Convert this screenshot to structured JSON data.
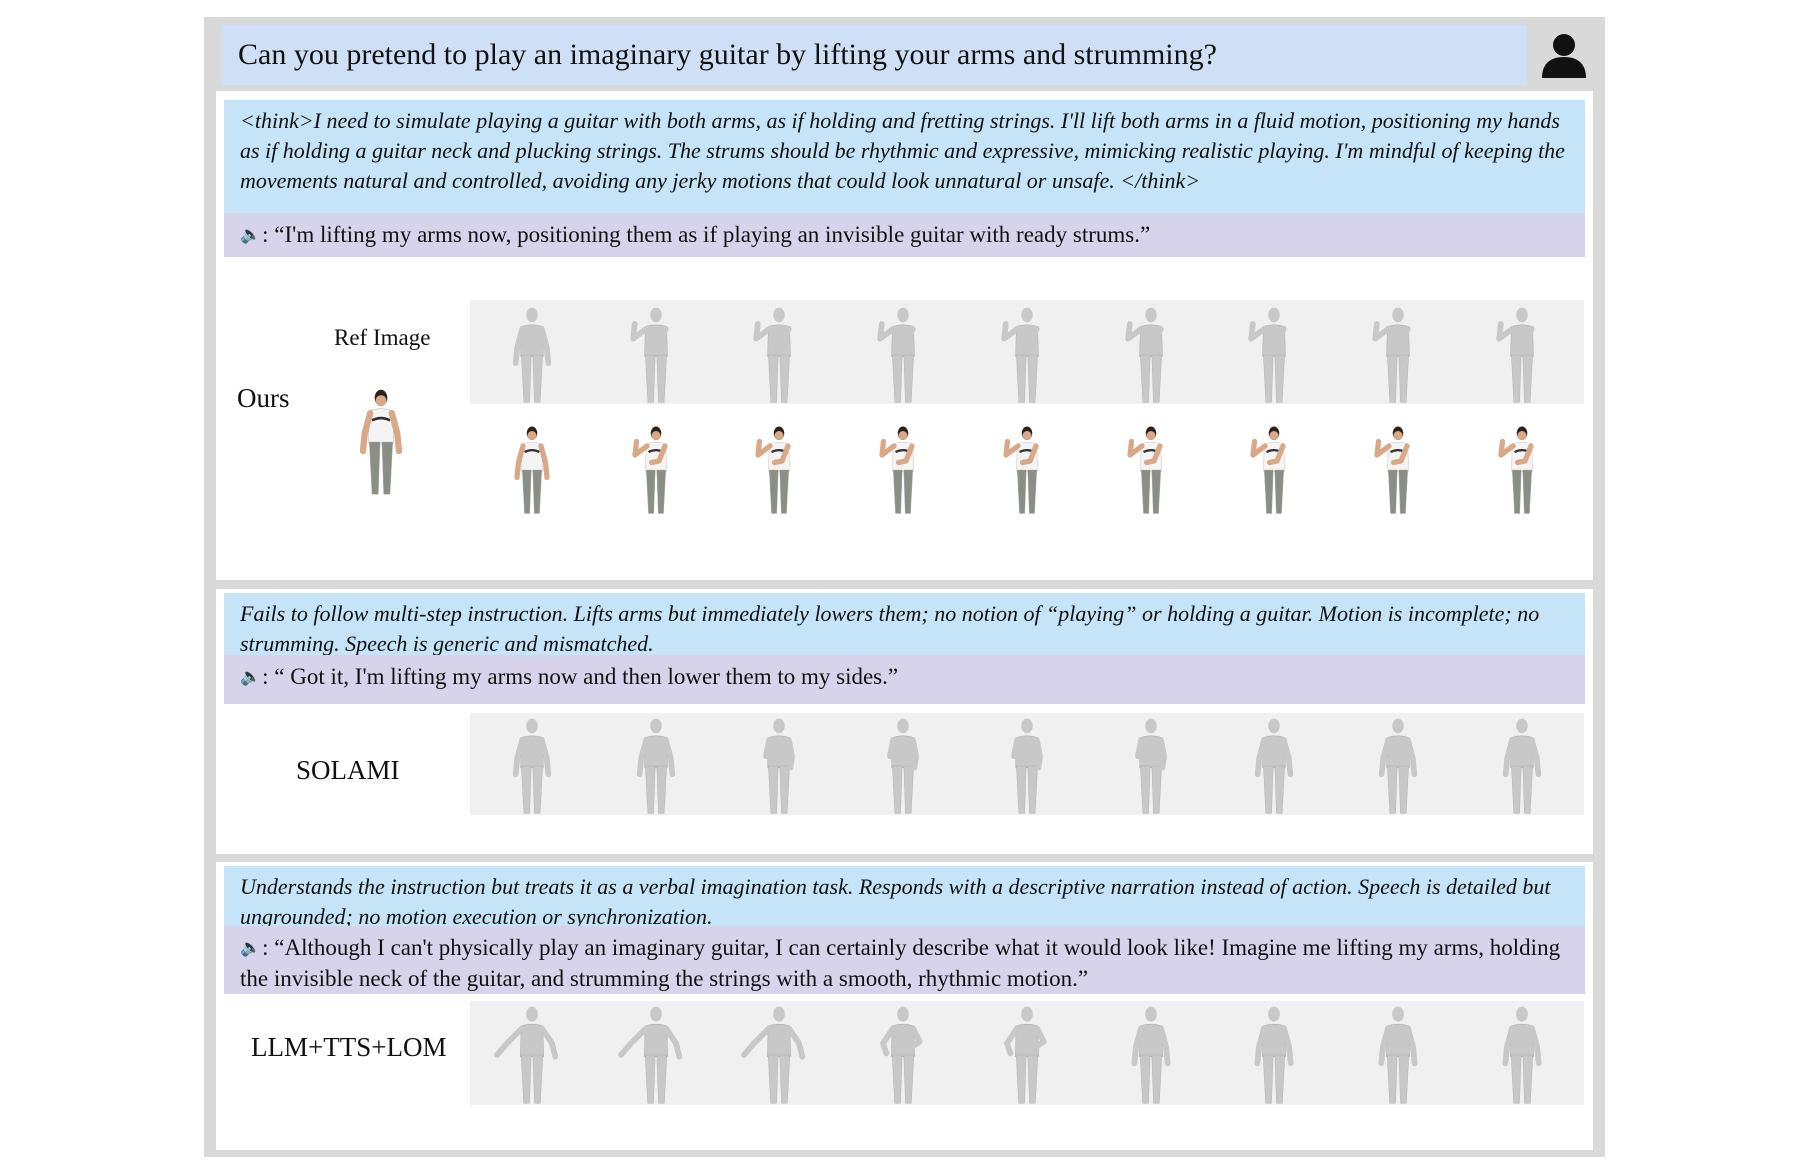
{
  "prompt": {
    "text": "Can you pretend to play an imaginary guitar by lifting your arms and strumming?"
  },
  "user_icon": "person-silhouette-icon",
  "speaker_icon": "speaker-icon",
  "colors": {
    "prompt_bg": "#cfe0f6",
    "think_bg": "#c5e4f7",
    "speech_bg": "#d7d3ea",
    "strip_bg": "#f0f0f0",
    "frame_border": "#d9d9d9"
  },
  "ours": {
    "think": "<think>I need to simulate playing a guitar with both arms, as if holding and fretting strings. I'll lift both arms in a fluid motion, positioning my hands as if holding a guitar neck and plucking strings. The strums should be rhythmic and expressive, mimicking realistic playing. I'm mindful of keeping the movements natural and controlled, avoiding any jerky motions that could look unnatural or unsafe. </think>",
    "speech": ": “I'm lifting my arms now, positioning them as if playing an invisible guitar with ready strums.”",
    "method_label": "Ours",
    "ref_label": "Ref Image"
  },
  "solami": {
    "critique": "Fails to follow multi-step instruction. Lifts arms but immediately lowers them; no notion of “playing” or holding a guitar. Motion is incomplete; no strumming. Speech is generic and mismatched.",
    "speech": ": “ Got it, I'm lifting my arms now and then lower them to my sides.”",
    "method_label": "SOLAMI"
  },
  "llm": {
    "critique": "Understands the instruction but treats it as a verbal imagination task. Responds with a descriptive narration instead of action. Speech is detailed but ungrounded; no motion execution or synchronization.",
    "speech": ": “Although I can't physically play an imaginary guitar, I can certainly describe what it would look like! Imagine me lifting my arms, holding the invisible neck of the guitar, and strumming the strings with a smooth, rhythmic motion.”",
    "method_label": "LLM+TTS+LOM"
  }
}
